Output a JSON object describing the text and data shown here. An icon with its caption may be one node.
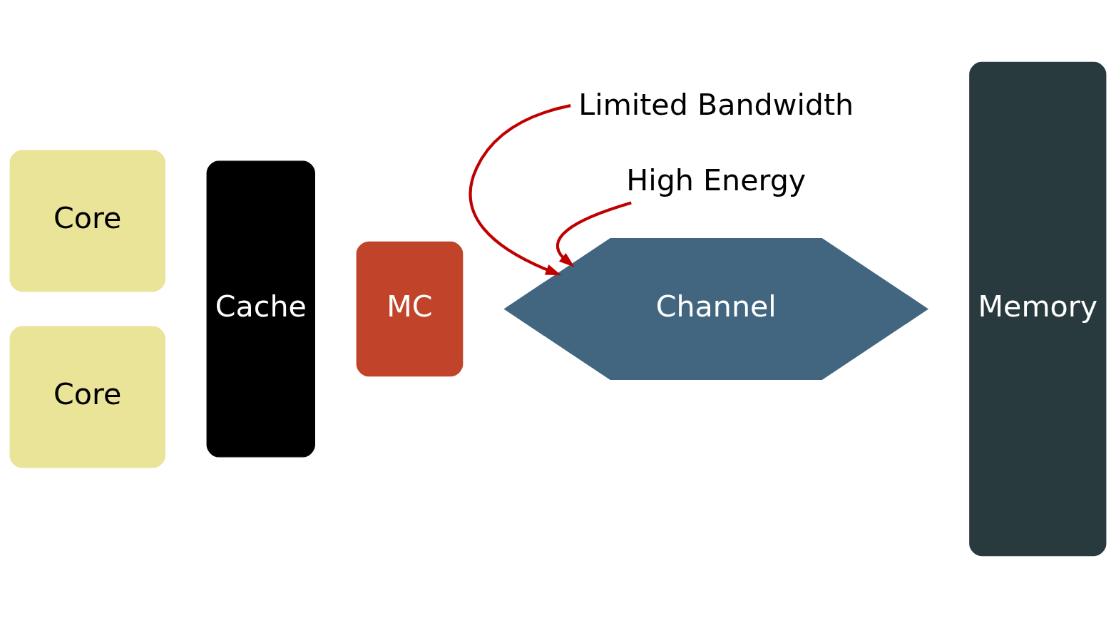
{
  "diagram": {
    "nodes": [
      {
        "text": [
          "Limited Bandwidth"
        ]
      },
      {
        "text": [
          "Core"
        ]
      },
      {
        "text": [
          "Core"
        ]
      },
      {
        "text": [
          "Cache"
        ]
      },
      {
        "text": [
          "MC"
        ]
      },
      {
        "text": [
          "Channel"
        ]
      },
      {
        "text": [
          "Memory"
        ]
      },
      {
        "text": [
          "High Energy"
        ]
      }
    ],
    "edges": [
      {
        "from": 0,
        "to": 5,
        "arrow": "to"
      },
      {
        "from": 7,
        "to": 5,
        "arrow": "to"
      }
    ]
  }
}
